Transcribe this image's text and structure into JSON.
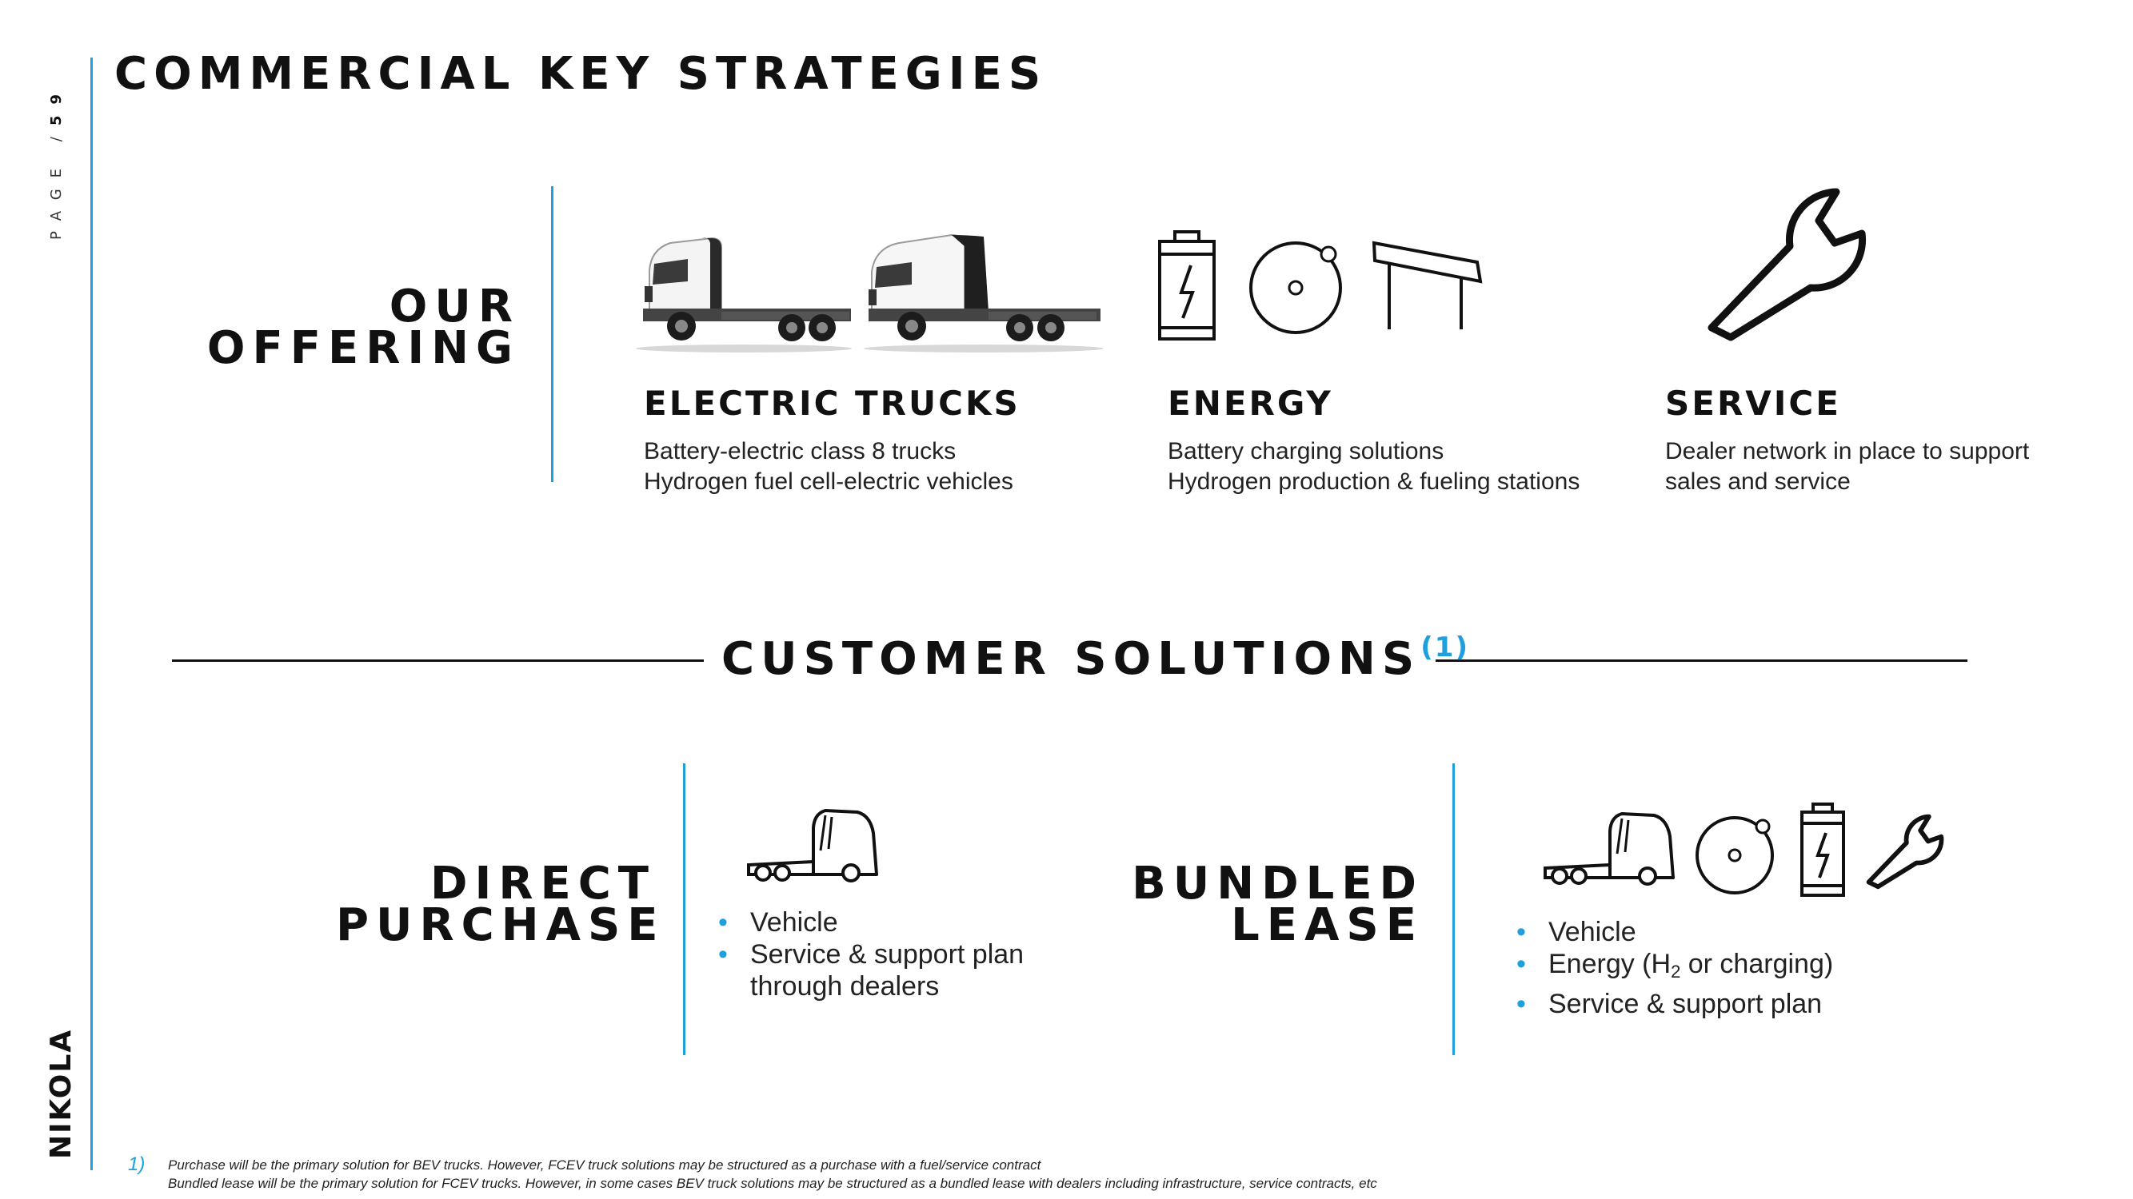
{
  "page": {
    "label": "PAGE / ",
    "number": "59"
  },
  "brand": {
    "name": "NIKOLA"
  },
  "title": "COMMERCIAL KEY STRATEGIES",
  "offering": {
    "label": "OUR\nOFFERING",
    "items": [
      {
        "title": "ELECTRIC TRUCKS",
        "lines": [
          "Battery-electric class 8 trucks",
          "Hydrogen fuel cell-electric vehicles"
        ]
      },
      {
        "title": "ENERGY",
        "lines": [
          "Battery charging solutions",
          "Hydrogen production & fueling stations"
        ]
      },
      {
        "title": "SERVICE",
        "lines": [
          "Dealer network in place to support",
          "sales and service"
        ]
      }
    ]
  },
  "solutions": {
    "title": "CUSTOMER SOLUTIONS",
    "footnote_ref": "(1)",
    "direct": {
      "label": "DIRECT\nPURCHASE",
      "bullets": [
        "Vehicle",
        "Service & support plan through dealers"
      ]
    },
    "lease": {
      "label": "BUNDLED\nLEASE",
      "bullets": {
        "vehicle": "Vehicle",
        "energy_pre": "Energy (H",
        "energy_sub": "2",
        "energy_post": " or charging)",
        "service": "Service & support plan"
      }
    }
  },
  "footnote": {
    "marker": "1)",
    "lines": [
      "Purchase will be the primary solution for BEV trucks. However, FCEV truck solutions may be structured as a purchase with a fuel/service contract",
      "Bundled lease will be the primary solution for FCEV trucks. However, in some cases BEV truck solutions may be structured as a bundled lease with dealers including infrastructure, service contracts, etc"
    ]
  },
  "colors": {
    "accent": "#1ea0dc",
    "text": "#111111"
  }
}
